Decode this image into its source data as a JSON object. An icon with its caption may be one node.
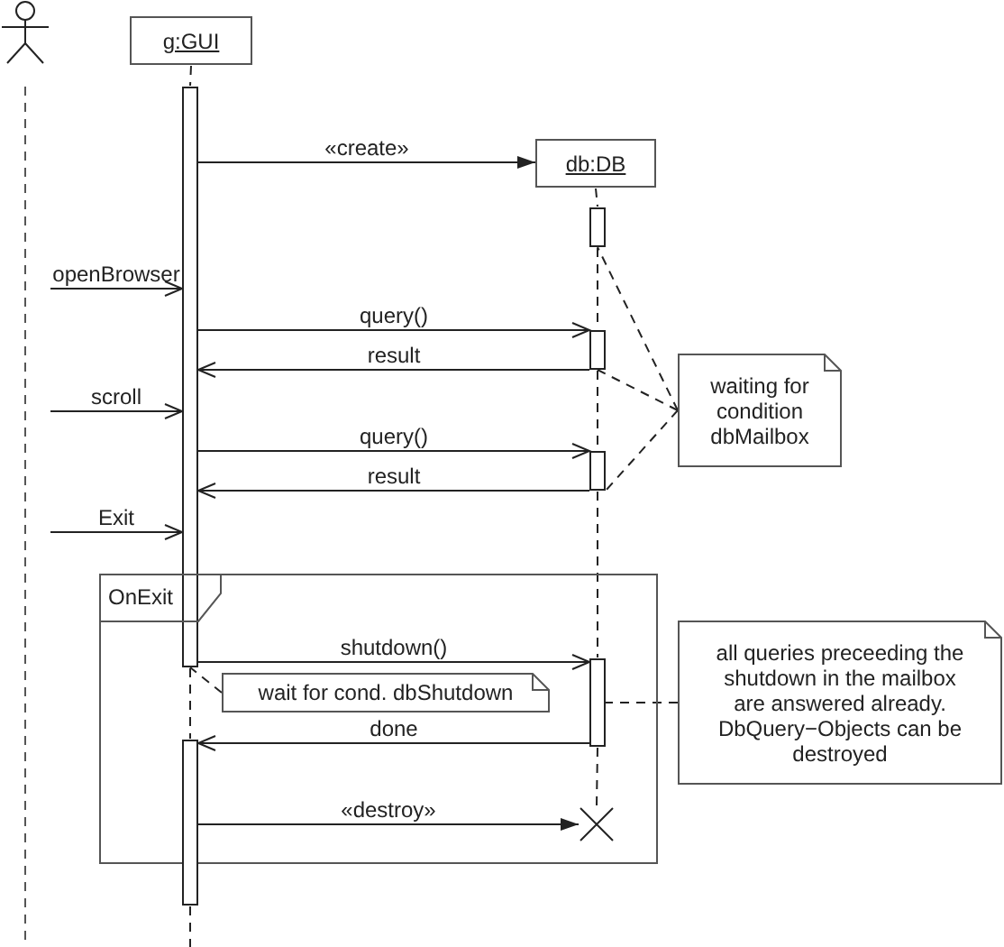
{
  "diagram": {
    "nodes": [
      {
        "text": [],
        "shape": "person"
      },
      {
        "text": [
          "g:GUI"
        ]
      },
      {
        "text": [],
        "shape": "bar"
      },
      {
        "text": [
          "db:DB"
        ]
      },
      {
        "text": [],
        "shape": "bar"
      },
      {
        "text": [],
        "shape": "bar"
      },
      {
        "text": [
          "waiting for condition dbMailbox"
        ]
      },
      {
        "text": [],
        "shape": "bar"
      },
      {
        "text": [
          "OnExit"
        ]
      },
      {
        "text": [],
        "shape": "bar",
        "in": 8
      },
      {
        "text": [
          "wait for cond. dbShutdown"
        ],
        "in": 8
      },
      {
        "text": [
          "all queries preceeding the shutdown in the mailbox are answered already. DbQuery−Objects can be destroyed"
        ]
      },
      {
        "text": [],
        "shape": "bar"
      },
      {
        "text": [],
        "shape": "cross",
        "in": 8
      }
    ],
    "edges": [
      {
        "from": 2,
        "to": 3,
        "arrow": "to",
        "label": "«create»"
      },
      {
        "from": 0,
        "to": 2,
        "arrow": "to",
        "label": "openBrowser"
      },
      {
        "from": 2,
        "to": 5,
        "arrow": "to",
        "label": "query()"
      },
      {
        "from": 5,
        "to": 2,
        "arrow": "to",
        "label": "result"
      },
      {
        "from": 0,
        "to": 2,
        "arrow": "to",
        "label": "scroll"
      },
      {
        "from": 2,
        "to": 7,
        "arrow": "to",
        "label": "query()"
      },
      {
        "from": 7,
        "to": 2,
        "arrow": "to",
        "label": "result"
      },
      {
        "from": 0,
        "to": 2,
        "arrow": "to",
        "label": "Exit"
      },
      {
        "from": 2,
        "to": 9,
        "arrow": "to",
        "label": "shutdown()"
      },
      {
        "from": 9,
        "to": 12,
        "arrow": "to",
        "label": "done"
      },
      {
        "from": 12,
        "to": 13,
        "arrow": "to",
        "label": "«destroy»"
      },
      {
        "from": 6,
        "to": 4,
        "arrow": "none",
        "style": "dashed"
      },
      {
        "from": 6,
        "to": 5,
        "arrow": "none",
        "style": "dashed"
      },
      {
        "from": 6,
        "to": 7,
        "arrow": "none",
        "style": "dashed"
      },
      {
        "from": 10,
        "to": 2,
        "arrow": "none",
        "style": "dashed"
      },
      {
        "from": 11,
        "to": 9,
        "arrow": "none",
        "style": "dashed"
      },
      {
        "from": 1,
        "to": 2,
        "arrow": "none",
        "style": "dashed"
      },
      {
        "from": 2,
        "to": 12,
        "arrow": "none",
        "style": "dashed"
      },
      {
        "from": 12,
        "to": null,
        "arrow": "none",
        "style": "dashed"
      },
      {
        "from": 3,
        "to": 4,
        "arrow": "none",
        "style": "dashed"
      },
      {
        "from": 4,
        "to": 5,
        "arrow": "none",
        "style": "dashed"
      },
      {
        "from": 5,
        "to": 7,
        "arrow": "none",
        "style": "dashed"
      },
      {
        "from": 7,
        "to": 9,
        "arrow": "none",
        "style": "dashed"
      },
      {
        "from": 9,
        "to": 13,
        "arrow": "none",
        "style": "dashed"
      }
    ]
  }
}
